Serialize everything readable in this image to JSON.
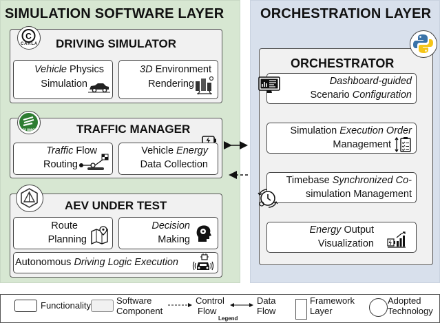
{
  "sim_layer": {
    "title": "SIMULATION SOFTWARE LAYER"
  },
  "orch_layer": {
    "title": "ORCHESTRATION LAYER"
  },
  "driving_simulator": {
    "title": "DRIVING SIMULATOR",
    "logo_text": "CARLA",
    "f1": {
      "l1a": "Vehicle",
      "l1b": " Physics",
      "l2": "Simulation"
    },
    "f2": {
      "l1a": "3D",
      "l1b": " Environment",
      "l2": "Rendering"
    }
  },
  "traffic_manager": {
    "title_a": "TRAFFIC ",
    "title_b": "MANAGER",
    "logo_text": "SUMO",
    "f1": {
      "l1a": "Traffic",
      "l1b": " Flow",
      "l2": "Routing"
    },
    "f2": {
      "l1a": "Vehicle ",
      "l1b": "Energy",
      "l2": "Data Collection"
    }
  },
  "aev": {
    "title": "AEV UNDER TEST",
    "f1": {
      "l1": "Route",
      "l2": "Planning"
    },
    "f2": {
      "l1": "Decision",
      "l2": "Making"
    },
    "f3": {
      "a": "Autonomous ",
      "b": "Driving Logic Execution"
    }
  },
  "orchestrator": {
    "title": "ORCHESTRATOR",
    "f1": {
      "l1": "Dashboard-guided",
      "l2a": "Scenario ",
      "l2b": "Configuration"
    },
    "f2": {
      "l1a": "Simulation ",
      "l1b": "Execution Order",
      "l2": "Management"
    },
    "f3": {
      "l1a": "Timebase ",
      "l1b": "Synchronized Co-",
      "l2": "simulation Management"
    },
    "f4": {
      "l1a": "Energy",
      "l1b": " Output",
      "l2": "Visualization"
    }
  },
  "legend": {
    "functionality": "Functionality",
    "software_l1": "Software",
    "software_l2": "Component",
    "control_l1": "Control",
    "control_l2": "Flow",
    "legend_label": "Legend",
    "data_l1": "Data",
    "data_l2": "Flow",
    "framework_l1": "Framework",
    "framework_l2": "Layer",
    "adopted_l1": "Adopted",
    "adopted_l2": "Technology"
  },
  "colors": {
    "sim_layer_bg": "#d7e7d2",
    "orch_layer_bg": "#d8e0ec",
    "component_bg": "#f1f1f1",
    "python_blue": "#3a73a8",
    "python_yellow": "#f5c518",
    "sumo_green": "#2e7d32"
  }
}
